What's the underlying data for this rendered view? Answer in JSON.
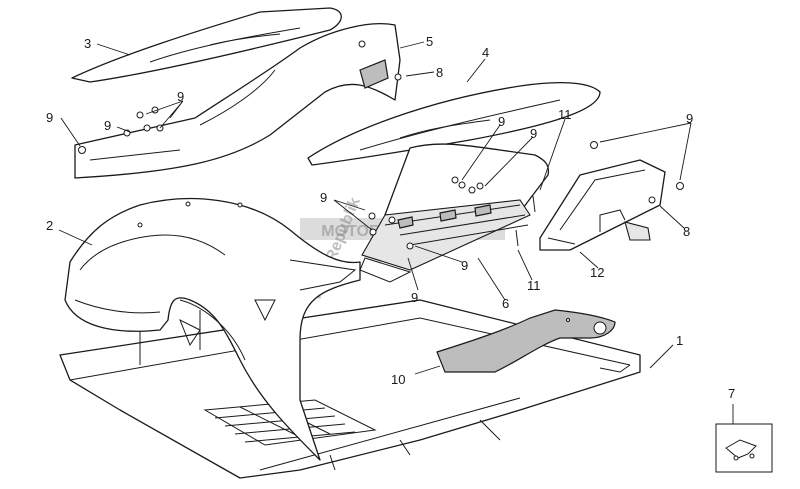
{
  "callouts": {
    "c1": "1",
    "c2": "2",
    "c3": "3",
    "c4": "4",
    "c5": "5",
    "c6": "6",
    "c7": "7",
    "c8a": "8",
    "c8b": "8",
    "c9a": "9",
    "c9b": "9",
    "c9c": "9",
    "c9d": "9",
    "c9e": "9",
    "c9f": "9",
    "c9g": "9",
    "c9h": "9",
    "c9i": "9",
    "c10": "10",
    "c11a": "11",
    "c11b": "11",
    "c12": "12"
  },
  "watermark": {
    "line1": "MOTORCYCLE",
    "line2": "PartsRepublik"
  }
}
